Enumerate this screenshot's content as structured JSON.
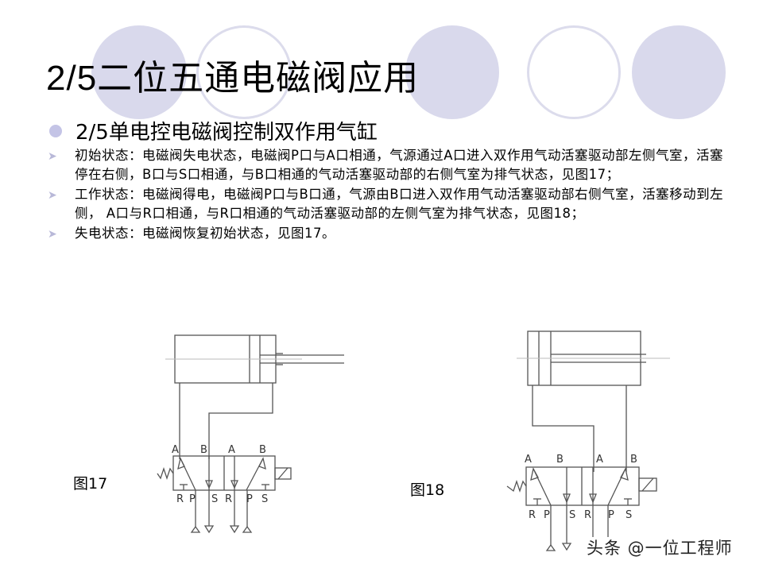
{
  "slide": {
    "title_number": "2/5",
    "title_text": "二位五通电磁阀应用",
    "subheading": "2/5单电控电磁阀控制双作用气缸",
    "bullets": [
      {
        "label": "初始状态：",
        "text": "初始状态：电磁阀失电状态，电磁阀P口与A口相通，气源通过A口进入双作用气动活塞驱动部左侧气室，活塞停在右侧，B口与S口相通，与B口相通的气动活塞驱动部的右侧气室为排气状态，见图17；"
      },
      {
        "label": "工作状态：",
        "text": "工作状态：电磁阀得电，电磁阀P口与B口通，气源由B口进入双作用气动活塞驱动部右侧气室，活塞移动到左侧， A口与R口相通，与R口相通的气动活塞驱动部的左侧气室为排气状态，见图18；"
      },
      {
        "label": "失电状态：",
        "text": "失电状态：电磁阀恢复初始状态，见图17。"
      }
    ],
    "bullet_icon": "arrow-bullet-icon"
  },
  "figures": [
    {
      "caption": "图17",
      "port_labels_top": [
        "A",
        "B",
        "A",
        "B"
      ],
      "port_labels_bottom": [
        "R",
        "P",
        "S",
        "R",
        "P",
        "S"
      ]
    },
    {
      "caption": "图18",
      "port_labels_top": [
        "A",
        "B",
        "A",
        "B"
      ],
      "port_labels_bottom": [
        "R",
        "P",
        "S",
        "R",
        "P",
        "S"
      ]
    }
  ],
  "watermark": "头条 @一位工程师",
  "colors": {
    "circle_fill": "#d9d9ec",
    "circle_outline": "#dcdcec",
    "bullet_dot": "#c4c4e6",
    "line": "#555555"
  }
}
